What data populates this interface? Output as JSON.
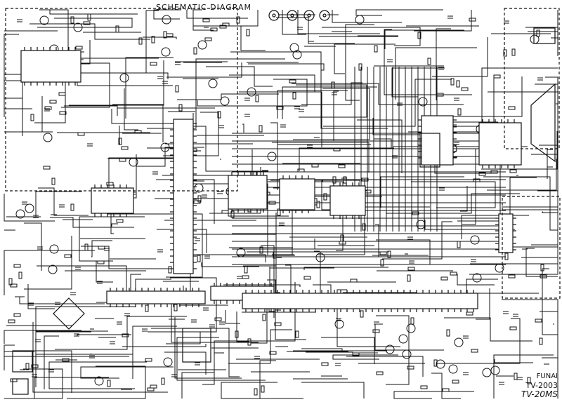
{
  "diagram": {
    "title": "SCHEMATIC DIAGRAM",
    "manufacturer": "FUNAI",
    "model_primary": "TV-2003",
    "model_secondary": "TV-20MS"
  }
}
